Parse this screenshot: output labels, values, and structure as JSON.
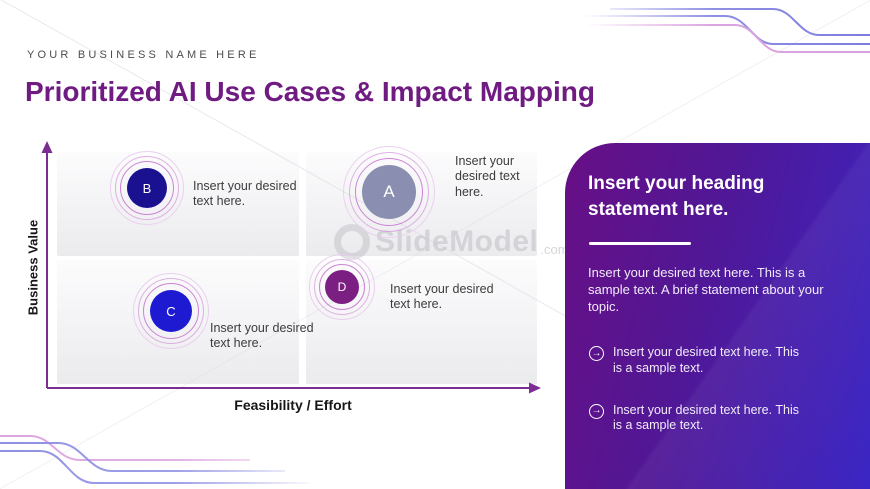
{
  "header": {
    "business_name": "YOUR BUSINESS NAME HERE",
    "title": "Prioritized AI Use Cases & Impact Mapping"
  },
  "matrix": {
    "y_axis_label": "Business Value",
    "x_axis_label": "Feasibility / Effort",
    "points": [
      {
        "label": "A",
        "description": "Insert your desired text here.",
        "color": "#8a8eb1",
        "quadrant": "top-right"
      },
      {
        "label": "B",
        "description": "Insert your desired text here.",
        "color": "#1a1190",
        "quadrant": "top-left"
      },
      {
        "label": "C",
        "description": "Insert your desired text here.",
        "color": "#1d1ad2",
        "quadrant": "bottom-left"
      },
      {
        "label": "D",
        "description": "Insert your desired text here.",
        "color": "#7c1f82",
        "quadrant": "center"
      }
    ]
  },
  "watermark": {
    "name": "SlideModel",
    "suffix": ".com"
  },
  "panel": {
    "heading": "Insert your heading statement here.",
    "paragraph": "Insert your desired text here. This is a sample text. A brief statement about your topic.",
    "bullets": [
      {
        "icon": "circle-arrow-right-icon",
        "text": "Insert your desired text here. This is a sample text."
      },
      {
        "icon": "circle-arrow-right-icon",
        "text": "Insert your desired text here. This is a sample text."
      }
    ],
    "gradient_from": "#680f85",
    "gradient_to": "#3a25c4"
  },
  "colors": {
    "title": "#6f1b82",
    "axis": "#7b2d92",
    "ring_accent": "#bb52c6",
    "deco_blue": "#8f8fe4",
    "deco_pink": "#dca4e0"
  }
}
